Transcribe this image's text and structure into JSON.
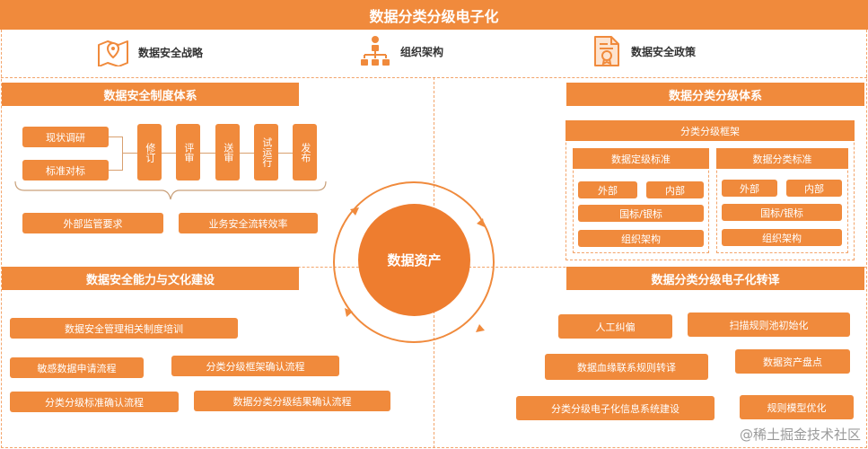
{
  "title": "数据分类分级电子化",
  "top_items": [
    {
      "label": "数据安全战略",
      "icon": "map-icon"
    },
    {
      "label": "组织架构",
      "icon": "org-chart-icon"
    },
    {
      "label": "数据安全政策",
      "icon": "document-seal-icon"
    }
  ],
  "system": {
    "header": "数据安全制度体系",
    "inputs": [
      "现状调研",
      "标准对标"
    ],
    "steps": [
      "修订",
      "评审",
      "送审",
      "试运行",
      "发布"
    ],
    "bottom": [
      "外部监管要求",
      "业务安全流转效率"
    ]
  },
  "classification": {
    "header": "数据分类分级体系",
    "framework": "分类分级框架",
    "left": {
      "title": "数据定级标准",
      "items": [
        "外部",
        "内部",
        "国标/银标",
        "组织架构"
      ]
    },
    "right": {
      "title": "数据分类标准",
      "items": [
        "外部",
        "内部",
        "国标/银标",
        "组织架构"
      ]
    }
  },
  "center": {
    "label": "数据资产"
  },
  "capability": {
    "header": "数据安全能力与文化建设",
    "items": [
      "数据安全管理相关制度培训",
      "敏感数据申请流程",
      "分类分级框架确认流程",
      "分类分级标准确认流程",
      "数据分类分级结果确认流程"
    ]
  },
  "transform": {
    "header": "数据分类分级电子化转译",
    "items": [
      "人工纠偏",
      "扫描规则池初始化",
      "数据血缘联系规则转译",
      "数据资产盘点",
      "分类分级电子化信息系统建设",
      "规则模型优化"
    ]
  },
  "watermark": "@稀土掘金技术社区",
  "colors": {
    "accent": "#f08a3c",
    "circle": "#ee7d2f",
    "dashed": "#f3a46a"
  }
}
